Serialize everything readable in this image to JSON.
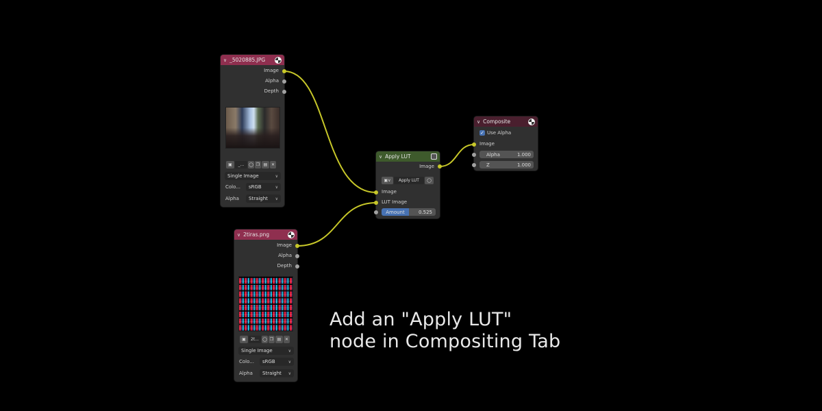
{
  "nodes": {
    "image1": {
      "title": "_5020885.JPG",
      "outputs": [
        "Image",
        "Alpha",
        "Depth"
      ],
      "image_name": "_...",
      "source": "Single Image",
      "color_label": "Colo...",
      "color_value": "sRGB",
      "alpha_label": "Alpha",
      "alpha_value": "Straight"
    },
    "apply_lut": {
      "title": "Apply LUT",
      "output": "Image",
      "group_name": "Apply LUT",
      "inputs": [
        "Image",
        "LUT Image"
      ],
      "amount_label": "Amount",
      "amount_value": "0.525"
    },
    "composite": {
      "title": "Composite",
      "use_alpha_label": "Use Alpha",
      "use_alpha_checked": true,
      "input": "Image",
      "alpha_label": "Alpha",
      "alpha_value": "1.000",
      "z_label": "Z",
      "z_value": "1.000"
    },
    "image2": {
      "title": "2tiras.png",
      "outputs": [
        "Image",
        "Alpha",
        "Depth"
      ],
      "image_name": "2t...",
      "source": "Single Image",
      "color_label": "Colo...",
      "color_value": "sRGB",
      "alpha_label": "Alpha",
      "alpha_value": "Straight"
    }
  },
  "caption": {
    "line1": "Add an \"Apply LUT\"",
    "line2": "node in Compositing Tab"
  },
  "colors": {
    "background": "#000000",
    "node_body": "#303030",
    "image_header": "#8f2f4f",
    "lut_header": "#3e5a2c",
    "composite_header": "#4a1f2e",
    "link": "#c7c729",
    "accent_blue": "#4772b3"
  }
}
